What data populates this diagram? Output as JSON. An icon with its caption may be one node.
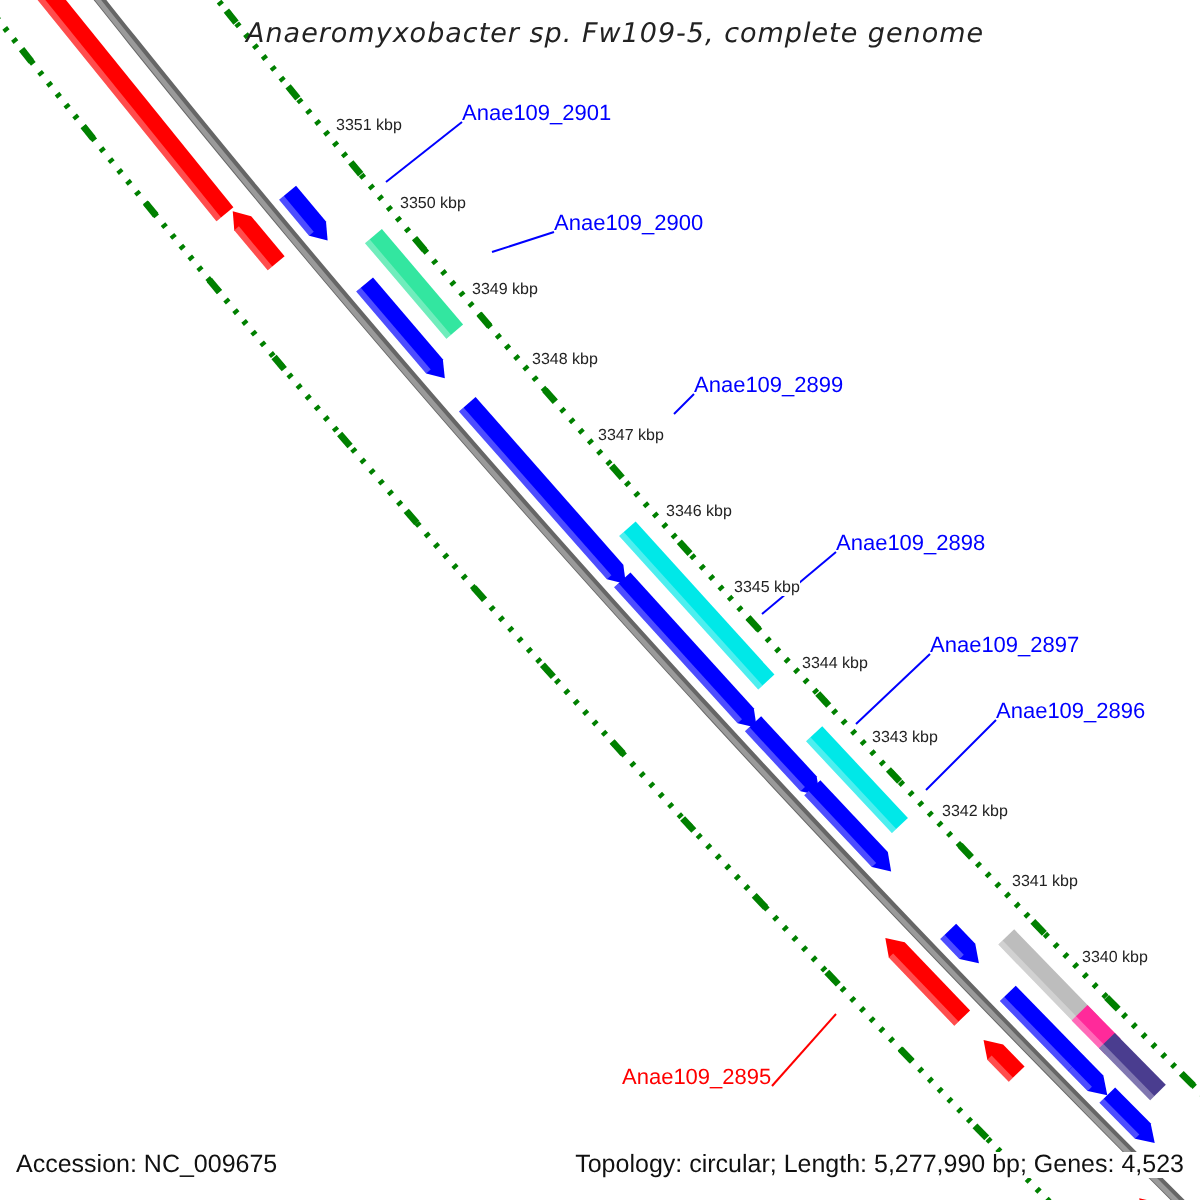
{
  "diagram": {
    "title": "Anaeromyxobacter sp. Fw109-5, complete genome",
    "nodes": [
      {
        "text": [
          "Anae109_2901"
        ]
      },
      {
        "text": [
          "Anae109_2900"
        ]
      },
      {
        "text": [
          "Anae109_2899"
        ]
      },
      {
        "text": [
          "Anae109_2898"
        ]
      },
      {
        "text": [
          "Anae109_2897"
        ]
      },
      {
        "text": [
          "Anae109_2896"
        ]
      },
      {
        "text": [
          "Anae109_2895"
        ]
      }
    ],
    "edges": [
      {
        "from": 0,
        "to": null,
        "arrow": "none"
      },
      {
        "from": 1,
        "to": null,
        "arrow": "none"
      },
      {
        "from": 2,
        "to": null,
        "arrow": "none"
      },
      {
        "from": 3,
        "to": null,
        "arrow": "none"
      },
      {
        "from": 4,
        "to": null,
        "arrow": "none"
      },
      {
        "from": 5,
        "to": null,
        "arrow": "none"
      },
      {
        "from": 6,
        "to": null,
        "arrow": "none",
        "color": "#ff0000"
      }
    ],
    "labels": [
      "3351 kbp",
      "3350 kbp",
      "3349 kbp",
      "3348 kbp",
      "3347 kbp",
      "3346 kbp",
      "3345 kbp",
      "3344 kbp",
      "3343 kbp",
      "3342 kbp",
      "3341 kbp",
      "3340 kbp",
      "Accession: NC_009675",
      "Topology: circular; Length: 5,277,990 bp; Genes: 4,523"
    ]
  }
}
